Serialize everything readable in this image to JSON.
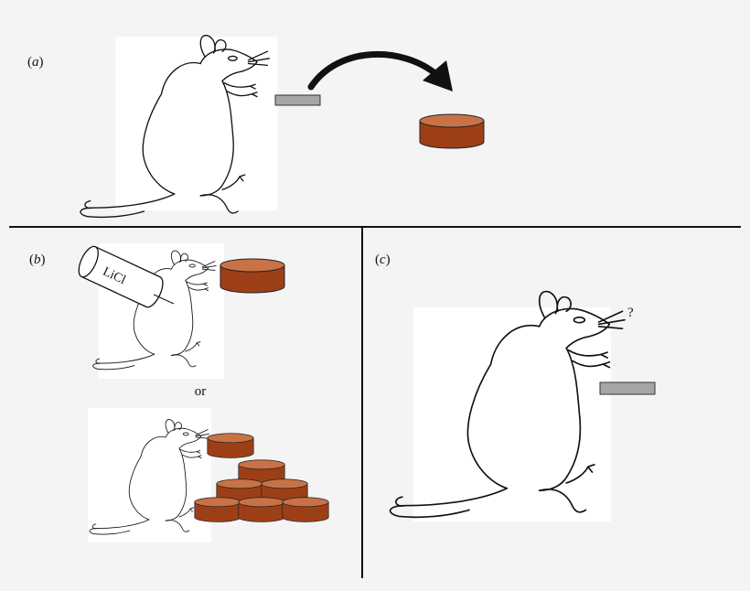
{
  "panels": {
    "a": {
      "label_paren_open": "(",
      "label_letter": "a",
      "label_paren_close": ")"
    },
    "b": {
      "label_paren_open": "(",
      "label_letter": "b",
      "label_paren_close": ")",
      "bottle_text": "LiCl",
      "or_text": "or"
    },
    "c": {
      "label_paren_open": "(",
      "label_letter": "c",
      "label_paren_close": ")",
      "question_text": "?"
    }
  },
  "colors": {
    "background": "#f4f4f4",
    "card": "#ffffff",
    "food_body": "#9c3f17",
    "food_top": "#c66a3c",
    "lever": "#a6a6a6",
    "divider": "#111111",
    "arrow": "#111111"
  },
  "icons": [
    "rat-icon",
    "lever-icon",
    "food-pellet-icon",
    "licl-bottle-icon",
    "curved-arrow-icon"
  ]
}
